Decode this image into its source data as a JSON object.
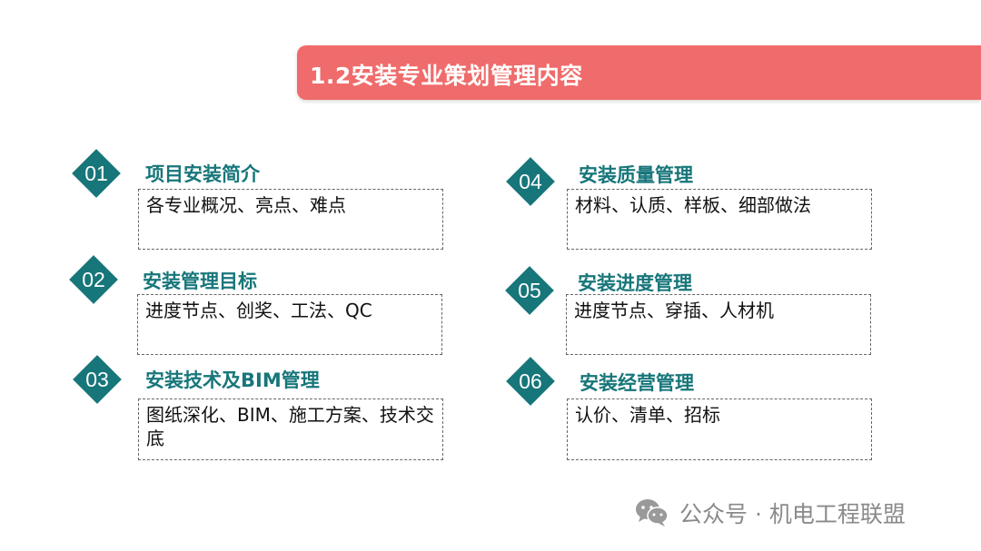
{
  "title": "1.2安装专业策划管理内容",
  "items": [
    {
      "number": "01",
      "heading": "项目安装简介",
      "content": "各专业概况、亮点、难点"
    },
    {
      "number": "02",
      "heading": "安装管理目标",
      "content": "进度节点、创奖、工法、QC"
    },
    {
      "number": "03",
      "heading": "安装技术及BIM管理",
      "content": "图纸深化、BIM、施工方案、技术交底"
    },
    {
      "number": "04",
      "heading": "安装质量管理",
      "content": "材料、认质、样板、细部做法"
    },
    {
      "number": "05",
      "heading": "安装进度管理",
      "content": "进度节点、穿插、人材机"
    },
    {
      "number": "06",
      "heading": "安装经营管理",
      "content": "认价、清单、招标"
    }
  ],
  "footer": {
    "icon": "wechat-icon",
    "text": "公众号 · 机电工程联盟"
  },
  "colors": {
    "title_bg": "#f06b6b",
    "accent": "#17767a"
  }
}
